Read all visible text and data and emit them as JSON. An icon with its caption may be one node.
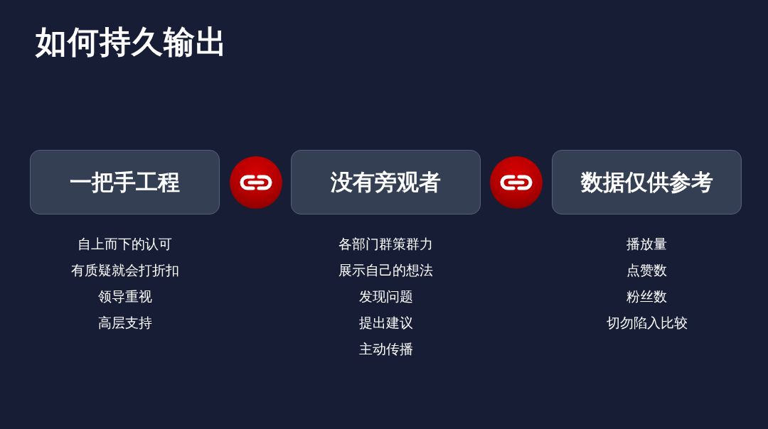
{
  "diagram": {
    "title": "如何持久输出",
    "nodes": [
      {
        "text": [
          "一把手工程"
        ],
        "beside": [
          "自上而下的认可",
          "有质疑就会打折扣",
          "领导重视",
          "高层支持"
        ]
      },
      {
        "text": [],
        "shape": "circle"
      },
      {
        "text": [
          "没有旁观者"
        ],
        "beside": [
          "各部门群策群力",
          "展示自己的想法",
          "发现问题",
          "提出建议",
          "主动传播"
        ]
      },
      {
        "text": [],
        "shape": "circle"
      },
      {
        "text": [
          "数据仅供参考"
        ],
        "beside": [
          "播放量",
          "点赞数",
          "粉丝数",
          "切勿陷入比较"
        ]
      }
    ]
  }
}
